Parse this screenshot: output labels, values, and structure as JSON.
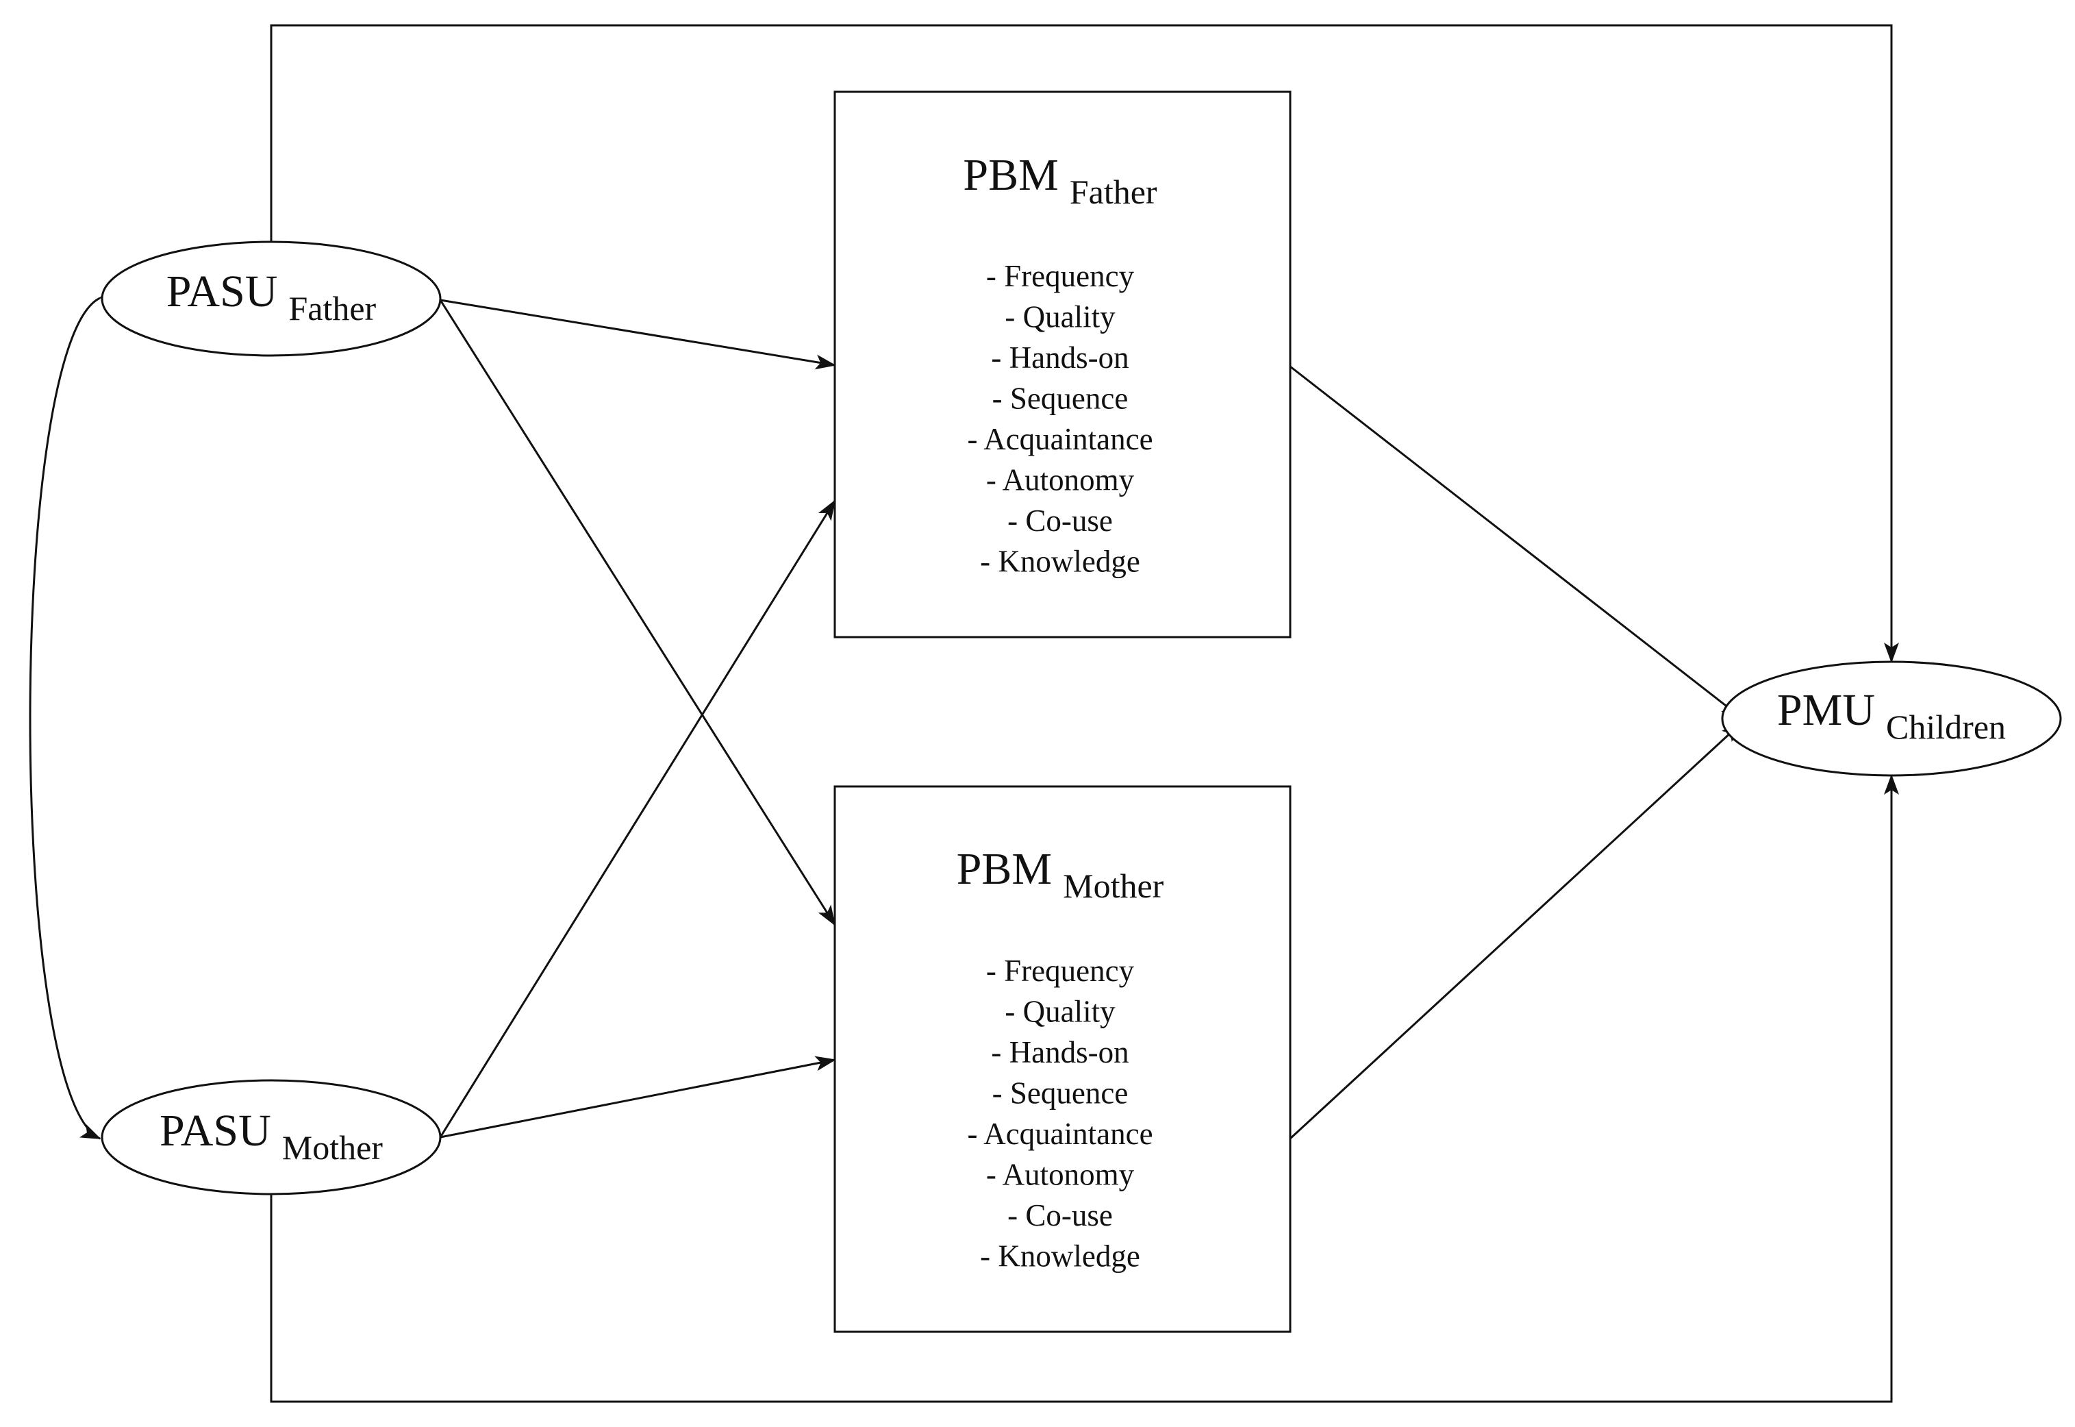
{
  "nodes": {
    "pasu_father": {
      "main": "PASU",
      "sub": "Father"
    },
    "pasu_mother": {
      "main": "PASU",
      "sub": "Mother"
    },
    "pbm_father": {
      "main": "PBM",
      "sub": "Father",
      "items": [
        "- Frequency",
        "- Quality",
        "- Hands-on",
        "- Sequence",
        "- Acquaintance",
        "- Autonomy",
        "- Co-use",
        "- Knowledge"
      ]
    },
    "pbm_mother": {
      "main": "PBM",
      "sub": "Mother",
      "items": [
        "- Frequency",
        "- Quality",
        "- Hands-on",
        "- Sequence",
        "- Acquaintance",
        "- Autonomy",
        "- Co-use",
        "- Knowledge"
      ]
    },
    "pmu_children": {
      "main": "PMU",
      "sub": "Children"
    }
  },
  "edges": [
    {
      "from": "PASU Father",
      "to": "PASU Mother",
      "type": "double-headed"
    },
    {
      "from": "PASU Father",
      "to": "PBM Father",
      "type": "directed"
    },
    {
      "from": "PASU Father",
      "to": "PBM Mother",
      "type": "directed"
    },
    {
      "from": "PASU Mother",
      "to": "PBM Father",
      "type": "directed"
    },
    {
      "from": "PASU Mother",
      "to": "PBM Mother",
      "type": "directed"
    },
    {
      "from": "PBM Father",
      "to": "PMU Children",
      "type": "directed"
    },
    {
      "from": "PBM Mother",
      "to": "PMU Children",
      "type": "directed"
    },
    {
      "from": "PASU Father",
      "to": "PMU Children",
      "type": "directed"
    },
    {
      "from": "PASU Mother",
      "to": "PMU Children",
      "type": "directed"
    }
  ],
  "colors": {
    "stroke": "#111111",
    "background": "#ffffff"
  }
}
